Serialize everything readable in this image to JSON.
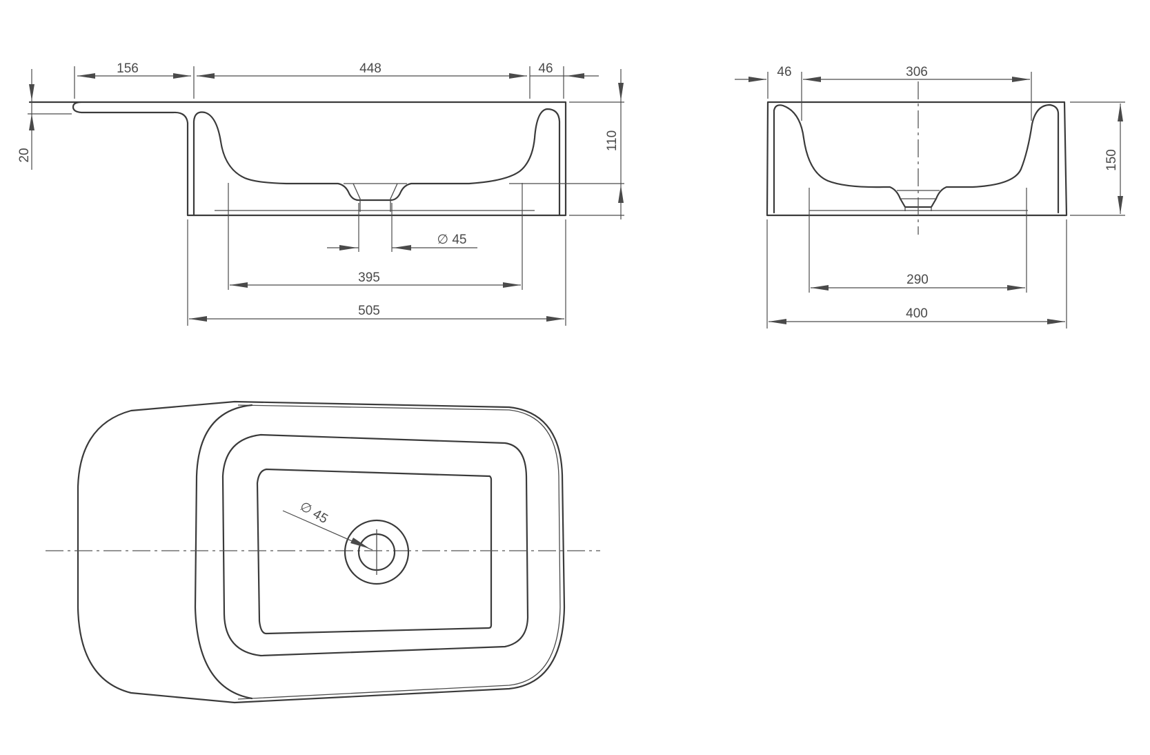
{
  "units": "mm",
  "side_view": {
    "dimensions": {
      "shelf_width": "156",
      "top_span": "448",
      "rim_right": "46",
      "shelf_thickness": "20",
      "basin_depth": "110",
      "drain_diameter": "∅ 45",
      "bowl_bottom": "395",
      "overall_length": "505"
    }
  },
  "end_view": {
    "dimensions": {
      "rim_left": "46",
      "top_span": "306",
      "height": "150",
      "bowl_bottom": "290",
      "overall_width": "400"
    }
  },
  "plan_view": {
    "dimensions": {
      "drain_diameter": "∅ 45"
    }
  },
  "colors": {
    "line": "#3a3a3a",
    "dimension": "#4a4a4a",
    "background": "#ffffff"
  }
}
